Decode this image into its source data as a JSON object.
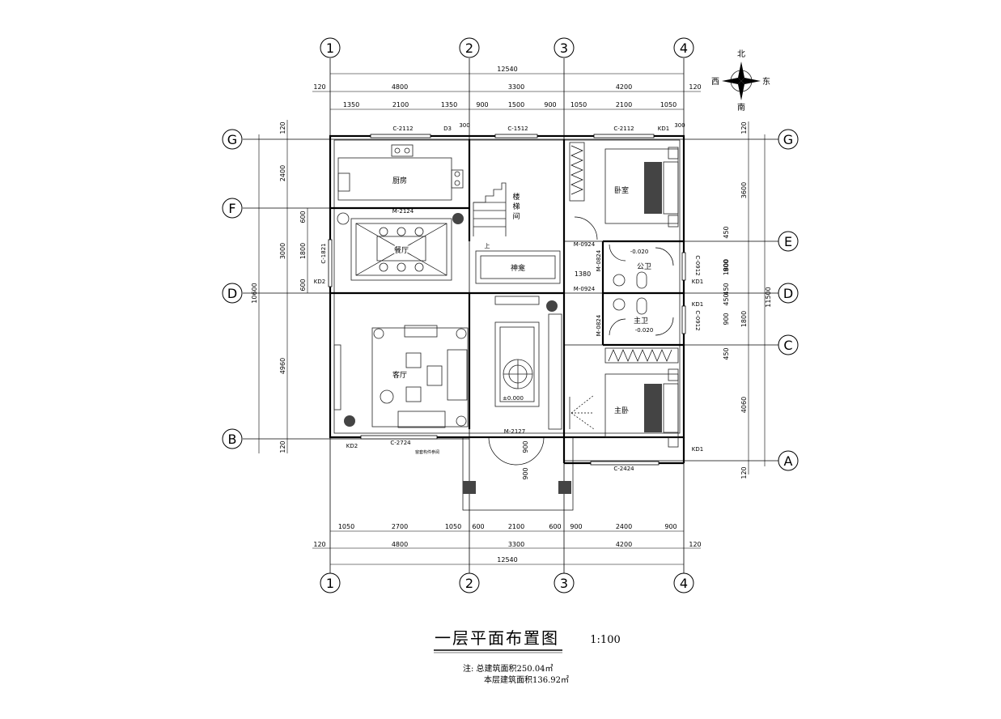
{
  "title": "一层平面布置图",
  "scale": "1:100",
  "notes": {
    "line1": "注:  总建筑面积250.04㎡",
    "line2": "本层建筑面积136.92㎡"
  },
  "compass": {
    "north": "北",
    "south": "南",
    "east": "东",
    "west": "西"
  },
  "axes": {
    "vertical": [
      "1",
      "2",
      "3",
      "4"
    ],
    "horizontal": [
      "G",
      "F",
      "E",
      "D",
      "C",
      "B",
      "A"
    ]
  },
  "dims": {
    "top_total": "12540",
    "top_row2": [
      "120",
      "4800",
      "3300",
      "4200",
      "120"
    ],
    "top_row3": [
      "1350",
      "2100",
      "1350",
      "900",
      "1500",
      "900",
      "1050",
      "2100",
      "1050"
    ],
    "bottom_total": "12540",
    "bottom_row2": [
      "120",
      "4800",
      "3300",
      "4200",
      "120"
    ],
    "bottom_row3": [
      "1050",
      "2700",
      "1050",
      "600",
      "2100",
      "600",
      "900",
      "2400",
      "900"
    ],
    "left_total": "10600",
    "left_row": [
      "120",
      "2400",
      "3000",
      "4960",
      "120"
    ],
    "left_inner": [
      "600",
      "1800",
      "600"
    ],
    "right_total": "11500",
    "right_row": [
      "120",
      "3600",
      "450",
      "1800",
      "450",
      "1800",
      "450",
      "4060",
      "120"
    ],
    "right_inner": [
      "900",
      "450",
      "900"
    ],
    "small": [
      "300",
      "300",
      "1380",
      "900",
      "900"
    ]
  },
  "rooms": {
    "kitchen": "厨房",
    "stair": [
      "楼",
      "梯",
      "间"
    ],
    "dining": "餐厅",
    "living": "客厅",
    "bedroom": "卧室",
    "public_wc": "公卫",
    "master_wc": "主卫",
    "master_bedroom": "主卧",
    "shrine": "神龛",
    "stair_up": "上"
  },
  "levels": {
    "ground": "±0.000",
    "public_wc": "-0.020",
    "master_wc": "-0.020"
  },
  "windows": {
    "c2112_a": "C-2112",
    "c1512": "C-1512",
    "c2112_b": "C-2112",
    "c1821": "C-1821",
    "c0912_a": "C-0912",
    "c0912_b": "C-0912",
    "c2724": "C-2724",
    "c2424": "C-2424"
  },
  "doors": {
    "m2124": "M-2124",
    "m0924_a": "M-0924",
    "m0924_b": "M-0924",
    "m0824_a": "M-0824",
    "m0824_b": "M-0824",
    "m2127": "M-2127"
  },
  "tags": {
    "d3": "D3",
    "kd1_a": "KD1",
    "kd1_b": "KD1",
    "kd1_c": "KD1",
    "kd1_d": "KD1",
    "kd2_a": "KD2",
    "kd2_b": "KD2",
    "fence": "窗套构件参阅"
  }
}
